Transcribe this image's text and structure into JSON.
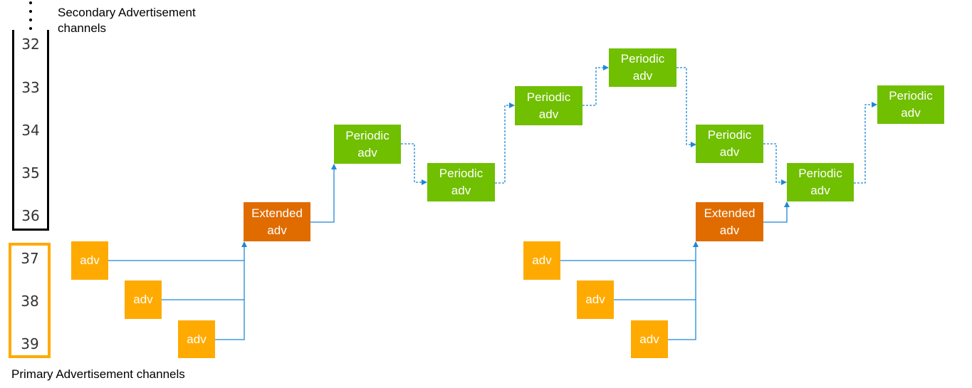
{
  "captions": {
    "secondary_line1": "Secondary Advertisement",
    "secondary_line2": "channels",
    "primary": "Primary Advertisement channels"
  },
  "secondary_channels": [
    "32",
    "33",
    "34",
    "35",
    "36"
  ],
  "primary_channels": [
    "37",
    "38",
    "39"
  ],
  "labels": {
    "adv": "adv",
    "extended_1": "Extended",
    "extended_2": "adv",
    "periodic_1": "Periodic",
    "periodic_2": "adv"
  },
  "colors": {
    "primary_adv": "#FFAA00",
    "extended_adv": "#E06C00",
    "periodic_adv": "#70BF00",
    "arrow": "#1E88D6",
    "secondary_frame": "#000000",
    "primary_frame": "#FFAA00"
  }
}
